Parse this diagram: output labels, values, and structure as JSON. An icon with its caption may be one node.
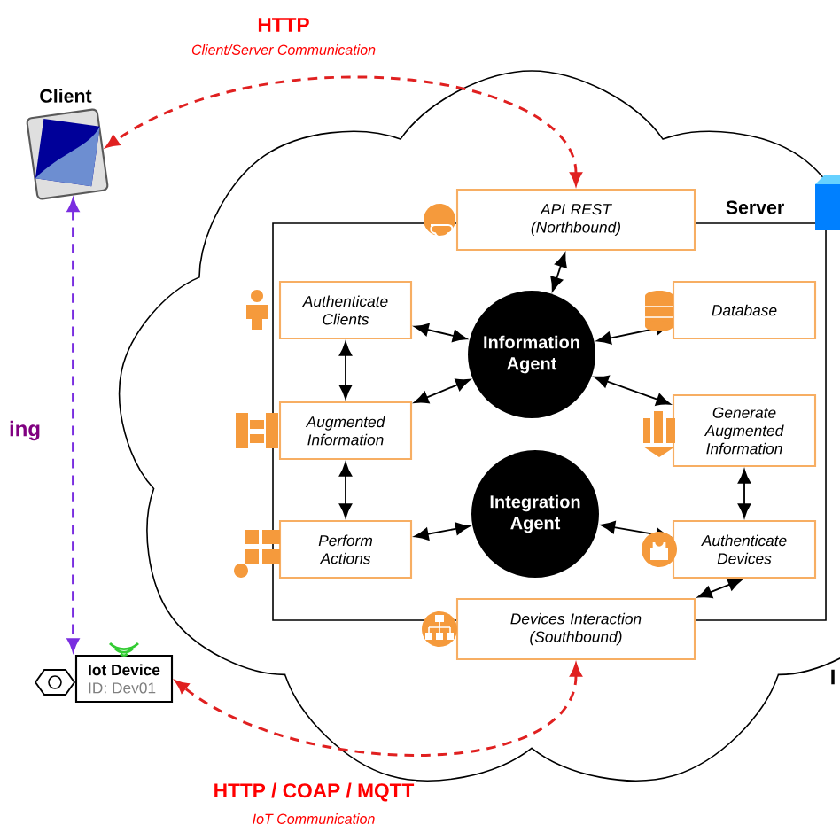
{
  "diagram": {
    "nodes": [
      {
        "text": [
          "Client"
        ]
      },
      {
        "text": [
          "Server"
        ]
      },
      {
        "text": [
          "API REST (Northbound)"
        ]
      },
      {
        "text": [
          "Authenticate Clients"
        ],
        "in": 1
      },
      {
        "text": [
          "Augmented Information"
        ],
        "in": 1
      },
      {
        "text": [
          "Perform Actions"
        ],
        "in": 1
      },
      {
        "text": [
          "Information Agent"
        ],
        "in": 1
      },
      {
        "text": [
          "Integration Agent"
        ],
        "in": 1
      },
      {
        "text": [
          "Database"
        ],
        "in": 1
      },
      {
        "text": [
          "Generate Augmented Information"
        ],
        "in": 1
      },
      {
        "text": [
          "Authenticate Devices"
        ],
        "in": 1
      },
      {
        "text": [
          "Devices Interaction (Southbound)"
        ]
      },
      {
        "text": [
          "Iot Device",
          "ID: Dev01"
        ]
      }
    ],
    "edges": [
      {
        "from": 2,
        "to": 0,
        "arrow": "both",
        "label": "HTTP",
        "style": "dashed",
        "color": "#e02020"
      },
      {
        "from": 11,
        "to": 12,
        "arrow": "both",
        "label": "HTTP / COAP / MQTT",
        "style": "dashed",
        "color": "#e02020"
      },
      {
        "from": 0,
        "to": 12,
        "arrow": "both",
        "style": "dashed",
        "color": "#7a2ee0"
      },
      {
        "from": 2,
        "to": 6,
        "arrow": "both"
      },
      {
        "from": 3,
        "to": 6,
        "arrow": "both"
      },
      {
        "from": 4,
        "to": 6,
        "arrow": "both"
      },
      {
        "from": 8,
        "to": 6,
        "arrow": "both"
      },
      {
        "from": 9,
        "to": 6,
        "arrow": "both"
      },
      {
        "from": 3,
        "to": 4,
        "arrow": "both"
      },
      {
        "from": 4,
        "to": 5,
        "arrow": "both"
      },
      {
        "from": 5,
        "to": 7,
        "arrow": "both"
      },
      {
        "from": 7,
        "to": 10,
        "arrow": "both"
      },
      {
        "from": 9,
        "to": 10,
        "arrow": "both"
      },
      {
        "from": 10,
        "to": 11,
        "arrow": "both"
      }
    ],
    "labels": [
      "Client/Server Communication",
      "ing",
      "I",
      "IoT Communication"
    ]
  }
}
